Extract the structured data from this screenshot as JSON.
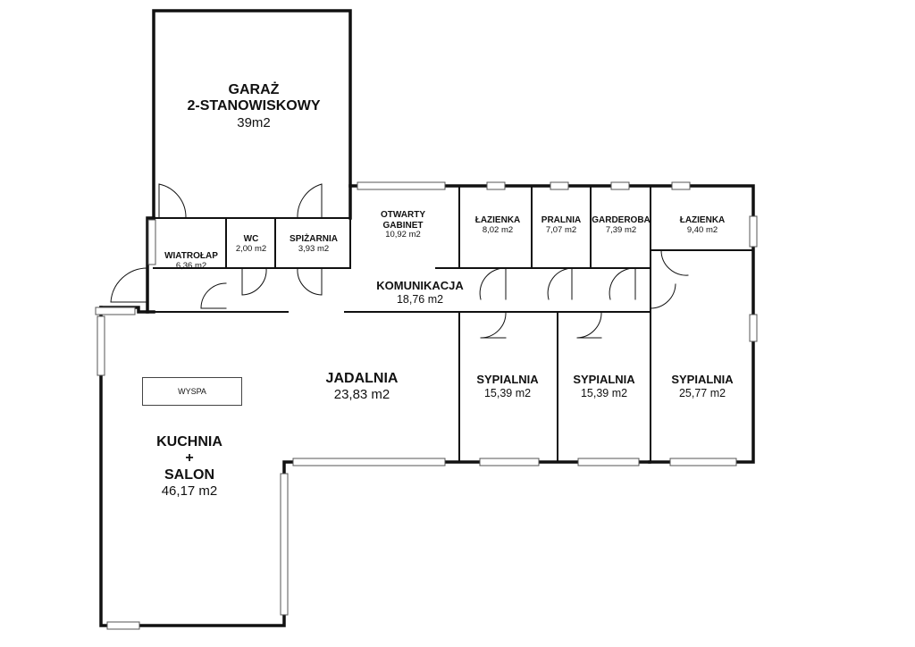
{
  "rooms": {
    "garage": {
      "name_1": "GARAŻ",
      "name_2": "2-STANOWISKOWY",
      "area": "39m2"
    },
    "vestibule": {
      "name": "WIATROŁAP",
      "area": "6,36 m2"
    },
    "wc": {
      "name": "WC",
      "area": "2,00 m2"
    },
    "pantry": {
      "name": "SPIŻARNIA",
      "area": "3,93 m2"
    },
    "office": {
      "name_1": "OTWARTY",
      "name_2": "GABINET",
      "area": "10,92 m2"
    },
    "bathroom1": {
      "name": "ŁAZIENKA",
      "area": "8,02 m2"
    },
    "laundry": {
      "name": "PRALNIA",
      "area": "7,07 m2"
    },
    "wardrobe": {
      "name": "GARDEROBA",
      "area": "7,39 m2"
    },
    "bathroom2": {
      "name": "ŁAZIENKA",
      "area": "9,40 m2"
    },
    "hall": {
      "name": "KOMUNIKACJA",
      "area": "18,76 m2"
    },
    "dining": {
      "name": "JADALNIA",
      "area": "23,83 m2"
    },
    "bedroom1": {
      "name": "SYPIALNIA",
      "area": "15,39 m2"
    },
    "bedroom2": {
      "name": "SYPIALNIA",
      "area": "15,39 m2"
    },
    "bedroom3": {
      "name": "SYPIALNIA",
      "area": "25,77 m2"
    },
    "kitchen": {
      "name_1": "KUCHNIA",
      "name_2": "+",
      "name_3": "SALON",
      "area": "46,17 m2"
    }
  },
  "island": {
    "label": "WYSPA"
  }
}
